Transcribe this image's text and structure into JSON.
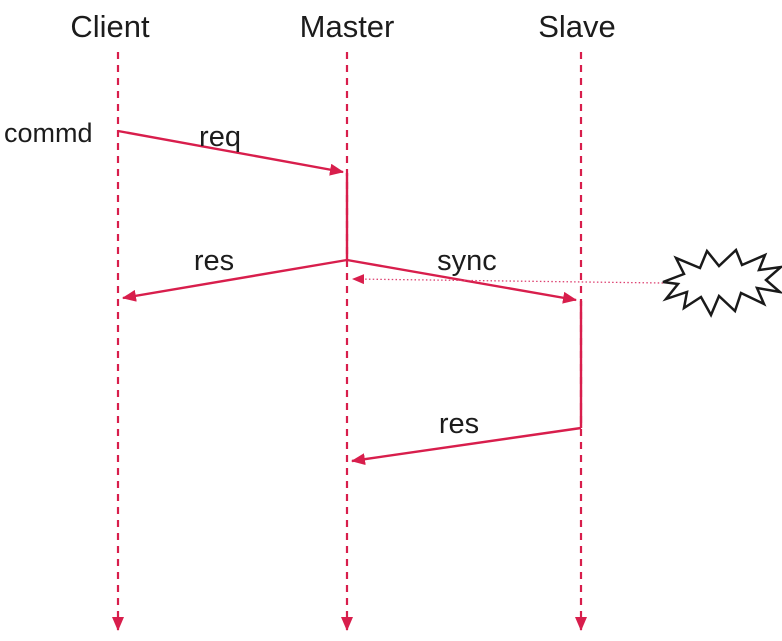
{
  "diagram": {
    "type": "sequence-diagram",
    "background_color": "#ffffff",
    "line_color": "#d81e4c",
    "dotted_line_color": "#dd4070",
    "text_color": "#1c1c1c",
    "burst_outline_color": "#1a1a1a",
    "burst_fill_color": "#ffffff",
    "actors": [
      {
        "label": "Client"
      },
      {
        "label": "Master"
      },
      {
        "label": "Slave"
      }
    ],
    "side_note": {
      "label": "commd"
    },
    "messages": [
      {
        "label": "req",
        "from": "Client",
        "to": "Master",
        "style": "solid-arrow"
      },
      {
        "label": "res",
        "from": "Master",
        "to": "Client",
        "style": "solid-arrow"
      },
      {
        "label": "sync",
        "from": "Master",
        "to": "Slave",
        "style": "solid-arrow"
      },
      {
        "label": "",
        "from": "explosion-burst",
        "to": "Master",
        "style": "dotted-arrow"
      },
      {
        "label": "res",
        "from": "Slave",
        "to": "Master",
        "style": "solid-arrow"
      }
    ],
    "burst": {
      "name": "explosion-burst"
    }
  }
}
